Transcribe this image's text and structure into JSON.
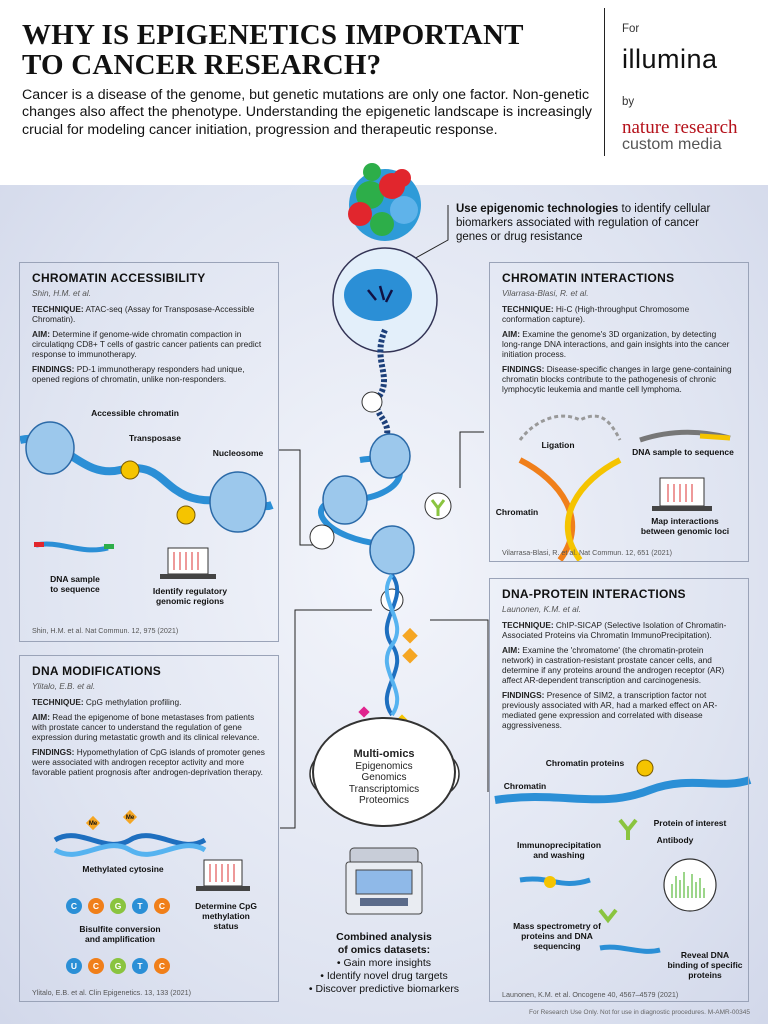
{
  "header": {
    "title_line1": "WHY IS EPIGENETICS IMPORTANT",
    "title_line2": "TO CANCER RESEARCH?",
    "intro": "Cancer is a disease of the genome, but genetic mutations are only one factor. Non-genetic changes also affect the phenotype. Understanding the epigenetic landscape is increasingly crucial for modeling cancer initiation, progression and therapeutic response."
  },
  "branding": {
    "for": "For",
    "illumina": "illumina",
    "by": "by",
    "nature": "nature research",
    "custom": "custom media"
  },
  "callout": {
    "bold": "Use epigenomic technologies",
    "rest": " to identify cellular biomarkers associated with regulation of cancer genes or drug resistance"
  },
  "chromatin_accessibility": {
    "title": "CHROMATIN ACCESSIBILITY",
    "authors": "Shin, H.M. et al.",
    "technique_label": "TECHNIQUE:",
    "technique": " ATAC-seq (Assay for Transposase-Accessible Chromatin).",
    "aim_label": "AIM:",
    "aim": " Determine if genome-wide chromatin compaction in circulatiqng CD8+ T cells of gastric cancer patients can predict response to immunotherapy.",
    "findings_label": "FINDINGS:",
    "findings": " PD-1 immunotherapy responders had unique, opened regions of chromatin, unlike non-responders.",
    "labels": {
      "accessible": "Accessible chromatin",
      "transposase": "Transposase",
      "nucleosome": "Nucleosome",
      "dna_sample": "DNA sample\nto sequence",
      "identify": "Identify regulatory\ngenomic regions"
    },
    "citation": "Shin, H.M. et al. Nat Commun. 12, 975 (2021)"
  },
  "chromatin_interactions": {
    "title": "CHROMATIN INTERACTIONS",
    "authors": "Vilarrasa-Blasi, R. et al.",
    "technique_label": "TECHNIQUE:",
    "technique": " Hi-C (High-throughput Chromosome conformation capture).",
    "aim_label": "AIM:",
    "aim": " Examine the genome's 3D organization, by detecting long-range DNA interactions, and gain insights into the cancer initiation process.",
    "findings_label": "FINDINGS:",
    "findings": " Disease-specific changes in large gene-containing chromatin blocks contribute to the pathogenesis of chronic lymphocytic leukemia and mantle cell lymphoma.",
    "labels": {
      "ligation": "Ligation",
      "dna_sample": "DNA sample to sequence",
      "chromatin": "Chromatin",
      "map": "Map interactions\nbetween genomic loci"
    },
    "citation": "Vilarrasa-Blasi, R. et al. Nat Commun. 12, 651 (2021)"
  },
  "dna_modifications": {
    "title": "DNA MODIFICATIONS",
    "authors": "Ylitalo, E.B. et al.",
    "technique_label": "TECHNIQUE:",
    "technique": " CpG methylation profiling.",
    "aim_label": "AIM:",
    "aim": " Read the epigenome of bone metastases from patients with prostate cancer to understand the regulation of gene expression during metastatic growth and its clinical relevance.",
    "findings_label": "FINDINGS:",
    "findings": " Hypomethylation of CpG islands of promoter genes were associated with androgen receptor activity and more favorable patient prognosis after androgen-deprivation therapy.",
    "labels": {
      "methylated": "Methylated cytosine",
      "bisulfite": "Bisulfite conversion\nand amplification",
      "determine": "Determine CpG\nmethylation\nstatus",
      "me": "Me"
    },
    "seq_top": [
      "C",
      "C",
      "G",
      "T",
      "C"
    ],
    "seq_bottom": [
      "U",
      "C",
      "G",
      "T",
      "C"
    ],
    "citation": "Ylitalo, E.B. et al. Clin Epigenetics. 13, 133 (2021)"
  },
  "dna_protein": {
    "title": "DNA-PROTEIN INTERACTIONS",
    "authors": "Launonen, K.M. et al.",
    "technique_label": "TECHNIQUE:",
    "technique": " ChIP-SICAP (Selective Isolation of Chromatin-Associated Proteins via Chromatin ImmunoPrecipitation).",
    "aim_label": "AIM:",
    "aim": " Examine the 'chromatome' (the chromatin-protein network) in castration-resistant prostate cancer cells, and determine if any proteins around the androgen receptor (AR) affect AR-dependent transcription and carcinogenesis.",
    "findings_label": "FINDINGS:",
    "findings": " Presence of SIM2, a transcription factor not previously associated with AR, had a marked effect on AR-mediated gene expression and correlated with disease aggressiveness.",
    "labels": {
      "chromatin_proteins": "Chromatin proteins",
      "chromatin": "Chromatin",
      "protein_interest": "Protein of interest",
      "antibody": "Antibody",
      "immuno": "Immunoprecipitation\nand washing",
      "mass_spec": "Mass spectrometry of\nproteins and DNA\nsequencing",
      "reveal": "Reveal DNA\nbinding of specific\nproteins"
    },
    "citation": "Launonen, K.M. et al. Oncogene 40, 4567–4579 (2021)"
  },
  "omics": {
    "title": "Multi-omics",
    "items": [
      "Epigenomics",
      "Genomics",
      "Transcriptomics",
      "Proteomics"
    ]
  },
  "combined": {
    "title": "Combined analysis\nof omics datasets:",
    "items": [
      "• Gain more insights",
      "• Identify novel drug targets",
      "• Discover predictive biomarkers"
    ]
  },
  "footnote": "For Research Use Only. Not for use in diagnostic procedures.    M-AMR-00345",
  "colors": {
    "dna_blue": "#2b8fd6",
    "nucleosome": "#9cc8ec",
    "yellow": "#f5c400",
    "orange": "#f07f1a",
    "green": "#8ac43f",
    "brand_red": "#b5121b"
  }
}
